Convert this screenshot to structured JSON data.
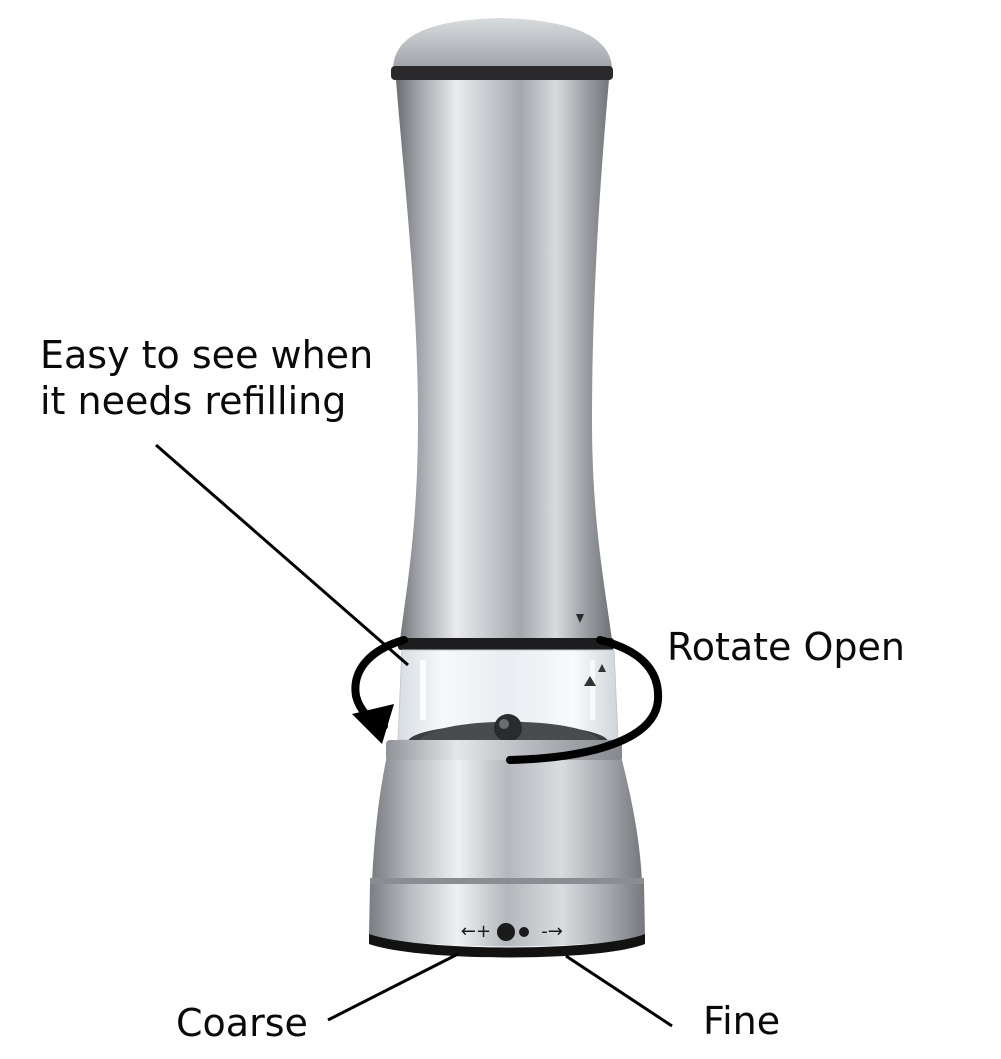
{
  "annotations": {
    "refill_line1": "Easy to see when",
    "refill_line2": "it needs refilling",
    "rotate_open": "Rotate Open",
    "coarse": "Coarse",
    "fine": "Fine"
  },
  "dial": {
    "coarse_symbol": "←+",
    "fine_symbol": "-→"
  },
  "colors": {
    "background": "#ffffff",
    "steel_dark": "#6e7176",
    "steel_light": "#e6e8ea",
    "band": "#1a1a1a",
    "text": "#0a0a0a"
  }
}
